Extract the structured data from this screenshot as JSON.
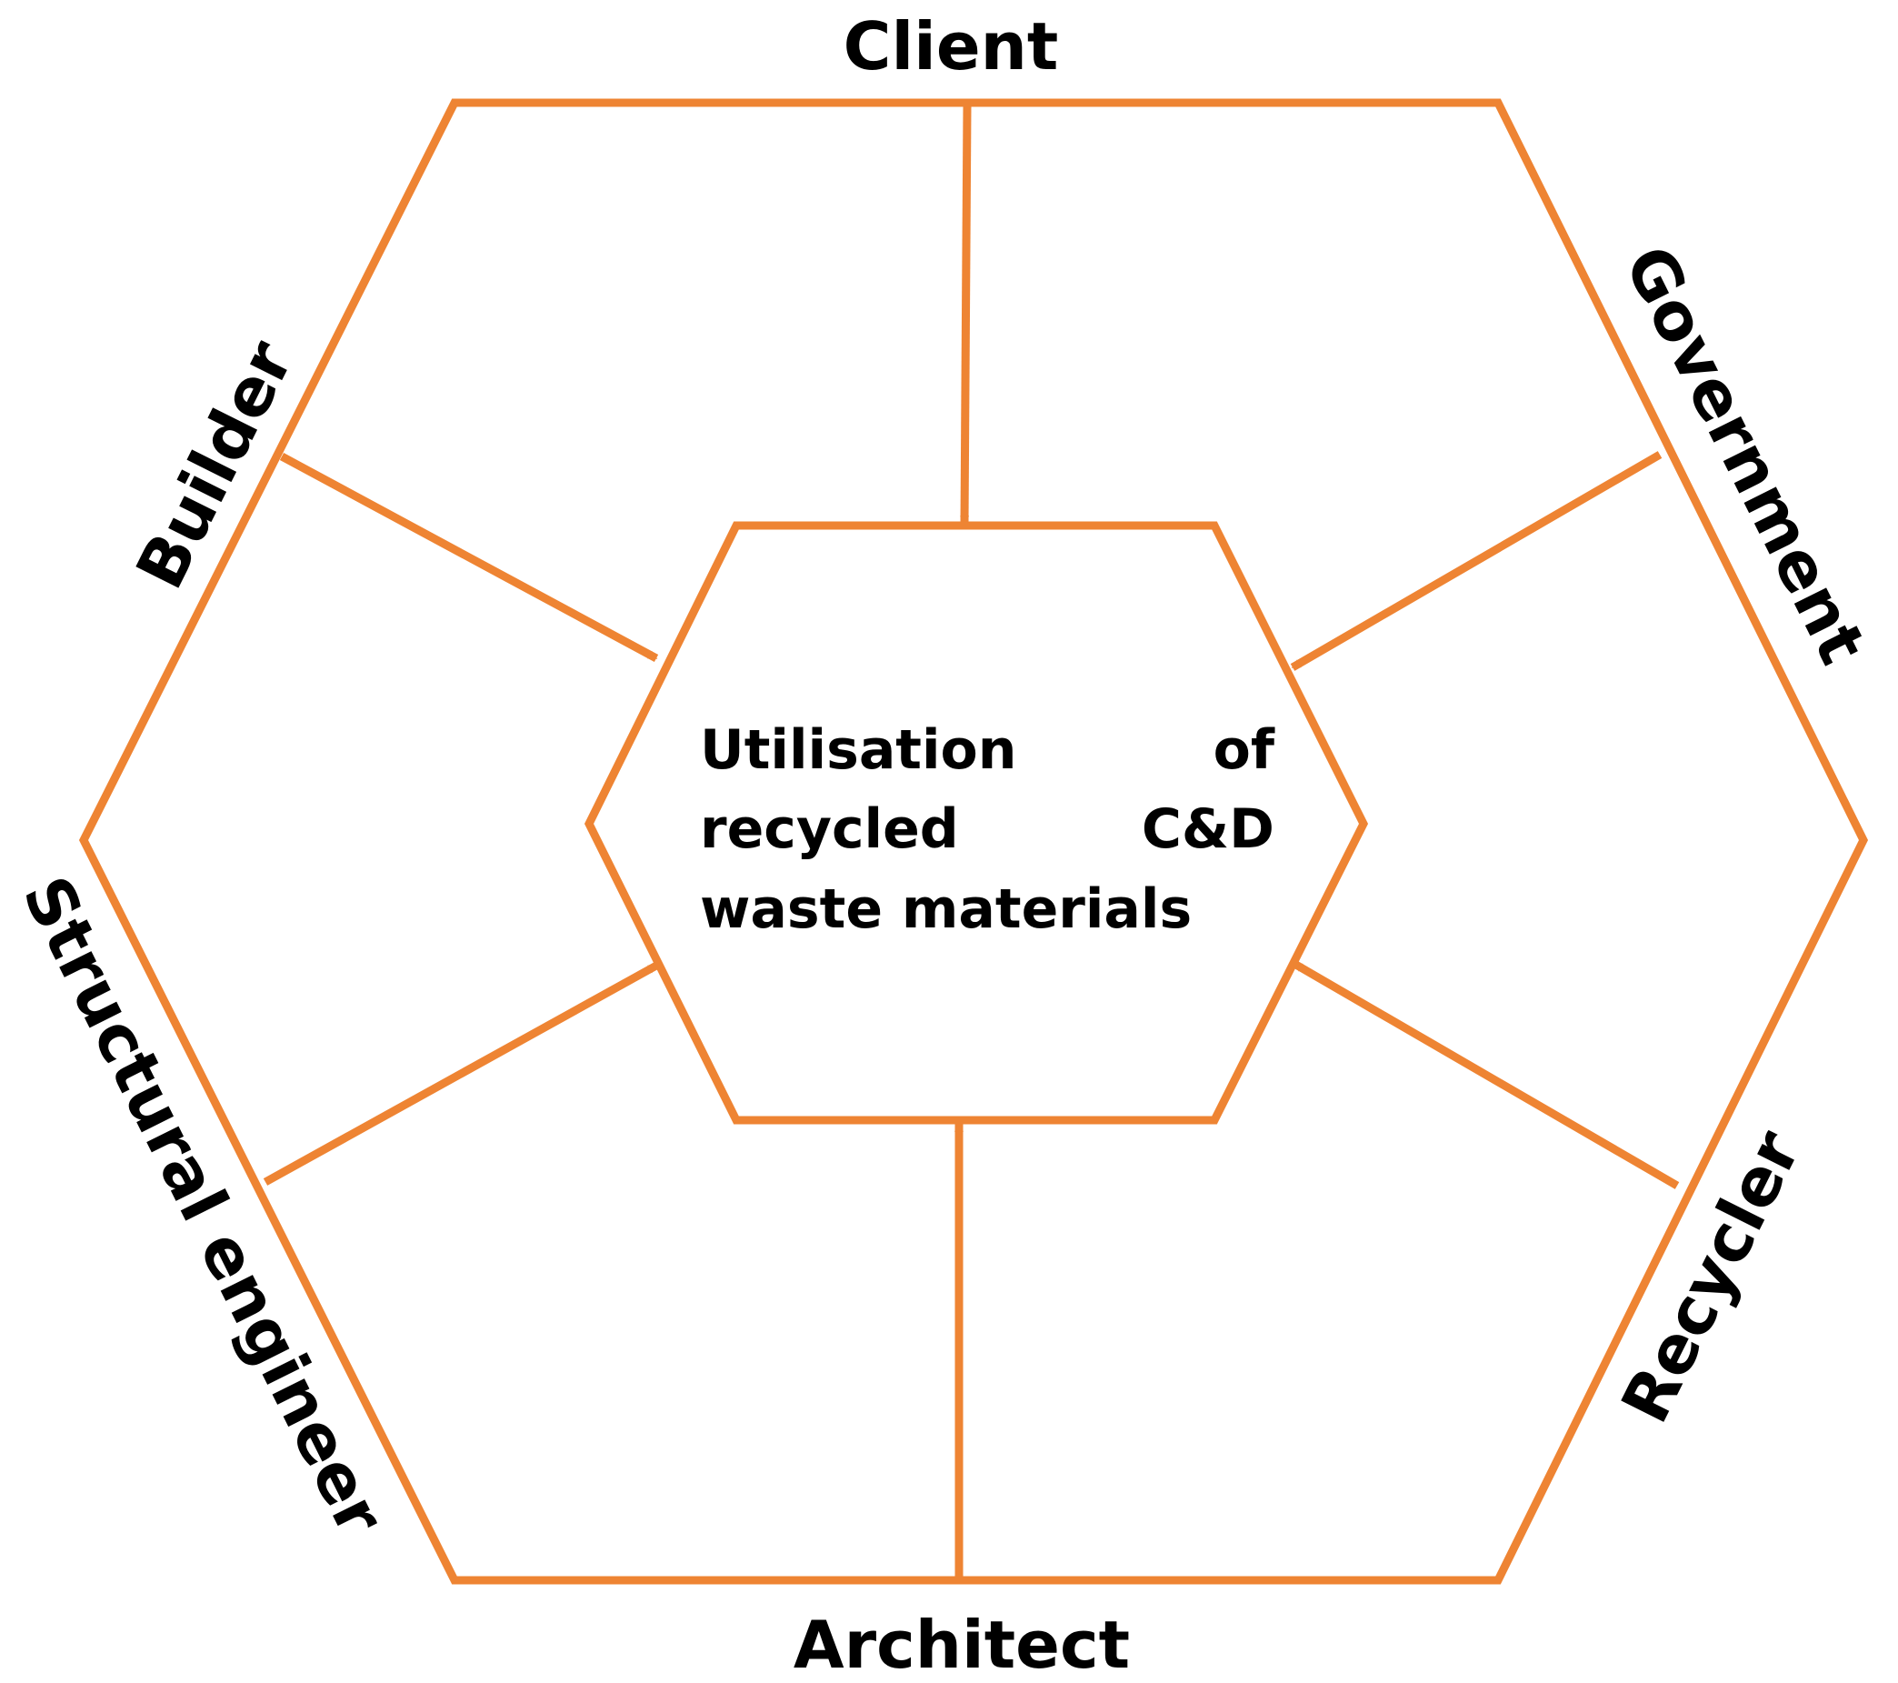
{
  "colors": {
    "stroke": "#ee8433",
    "text": "#000000",
    "background": "#ffffff"
  },
  "center": {
    "lines": [
      [
        "Utilisation",
        "of"
      ],
      [
        "recycled",
        "C&D"
      ],
      [
        "waste materials"
      ]
    ]
  },
  "stakeholders": {
    "client": "Client",
    "government": "Government",
    "recycler": "Recycler",
    "architect": "Architect",
    "structural_engineer": "Structural engineer",
    "builder": "Builder"
  }
}
